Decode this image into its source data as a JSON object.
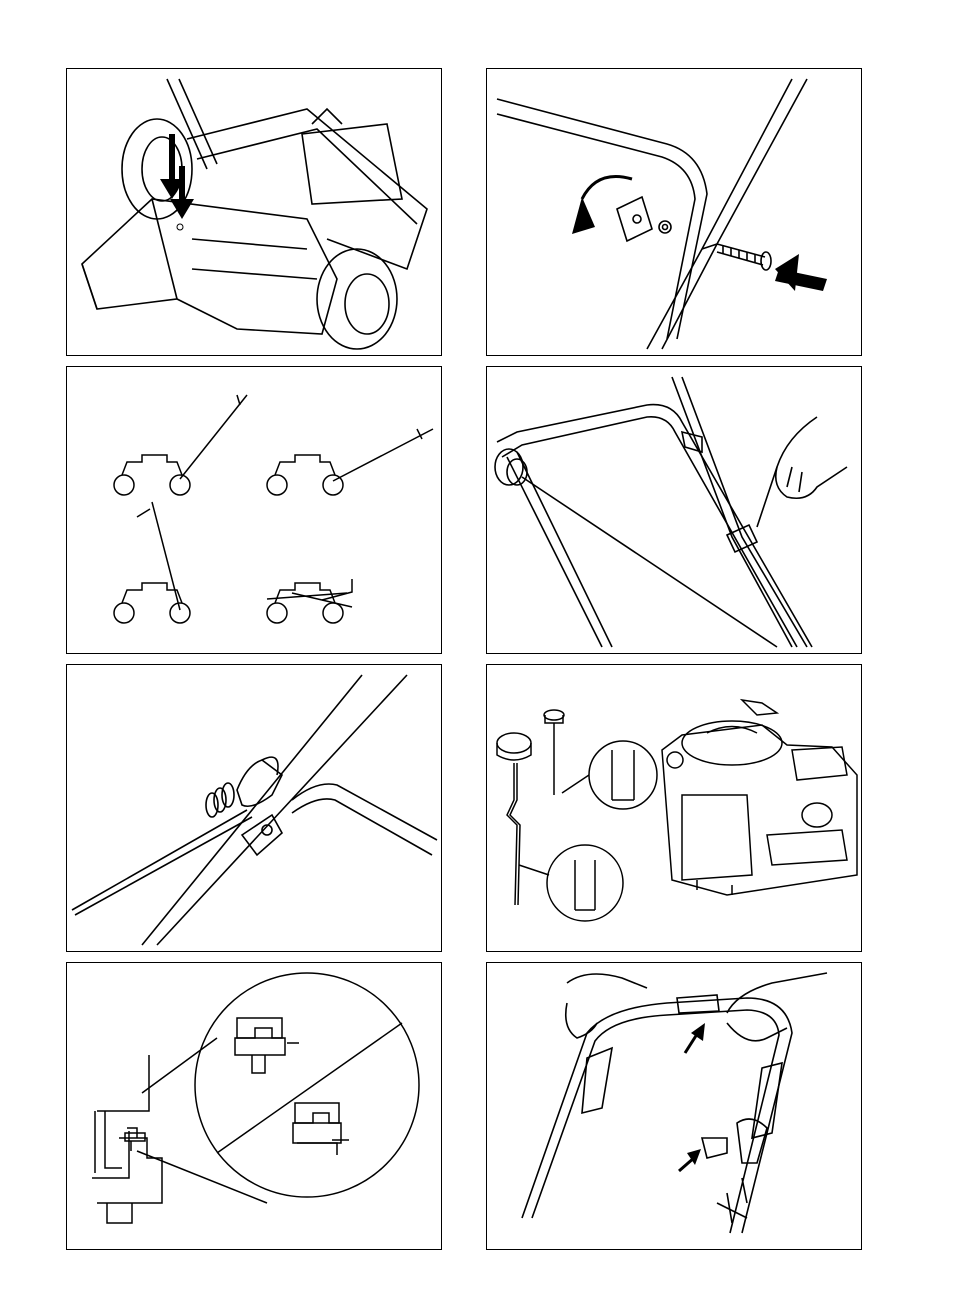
{
  "page": {
    "background": "#ffffff",
    "line_color": "#000000"
  },
  "figures": [
    {
      "id": "fig-1",
      "subject": "grass-bag-attach-arrows"
    },
    {
      "id": "fig-2",
      "subject": "handle-bolt-knob-assembly"
    },
    {
      "id": "fig-3",
      "subject": "handle-height-positions"
    },
    {
      "id": "fig-4",
      "subject": "cable-clip-attach"
    },
    {
      "id": "fig-5",
      "subject": "starter-cord-guide"
    },
    {
      "id": "fig-6",
      "subject": "oil-dipstick-check"
    },
    {
      "id": "fig-7",
      "subject": "spark-plug-detail"
    },
    {
      "id": "fig-8",
      "subject": "handle-controls-arrows"
    }
  ]
}
